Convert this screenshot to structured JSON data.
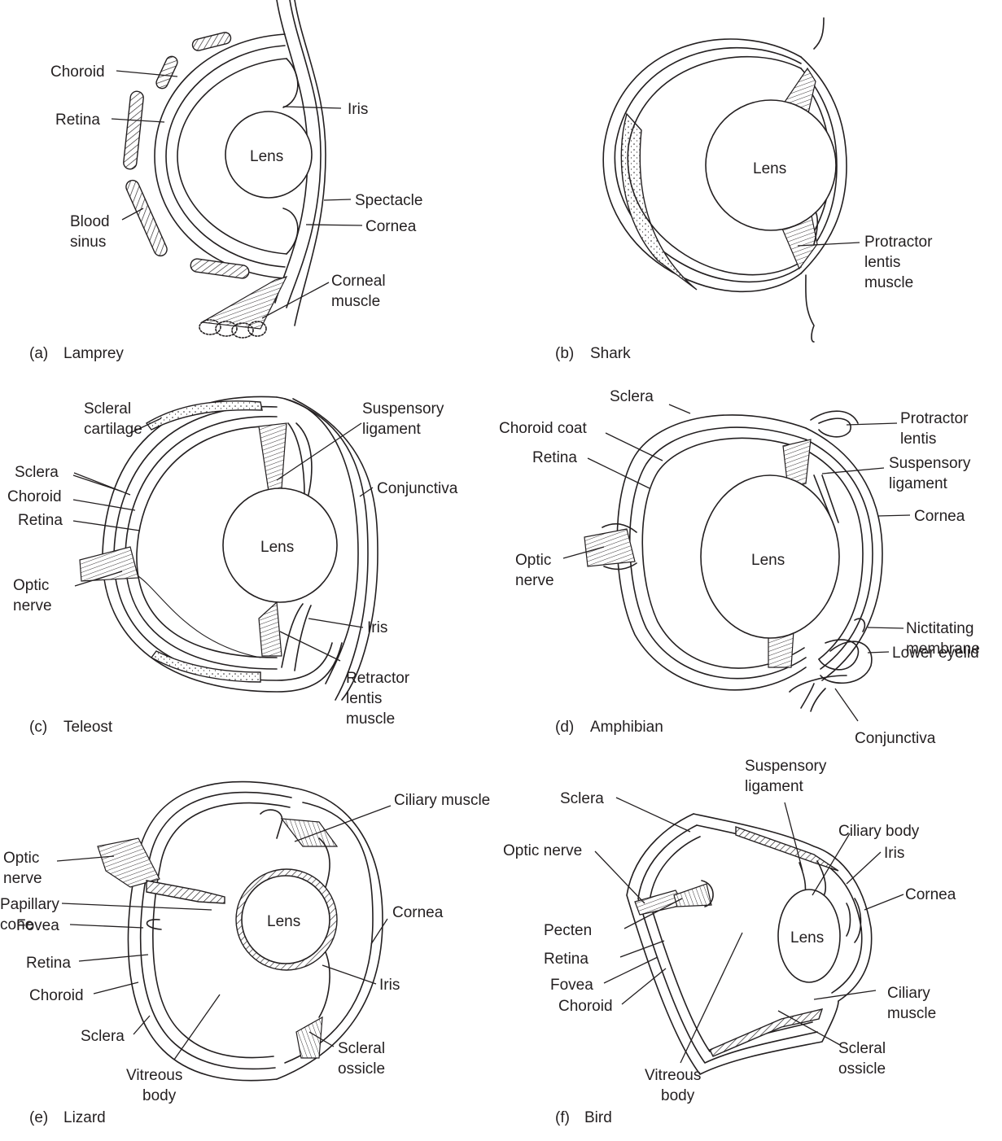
{
  "panels": {
    "a": {
      "caption_letter": "(a)",
      "caption_name": "Lamprey",
      "labels": {
        "choroid": "Choroid",
        "retina": "Retina",
        "blood_sinus_1": "Blood",
        "blood_sinus_2": "sinus",
        "iris": "Iris",
        "lens": "Lens",
        "spectacle": "Spectacle",
        "cornea": "Cornea",
        "corneal_muscle_1": "Corneal",
        "corneal_muscle_2": "muscle"
      }
    },
    "b": {
      "caption_letter": "(b)",
      "caption_name": "Shark",
      "labels": {
        "lens": "Lens",
        "protractor_1": "Protractor",
        "protractor_2": "lentis",
        "protractor_3": "muscle"
      }
    },
    "c": {
      "caption_letter": "(c)",
      "caption_name": "Teleost",
      "labels": {
        "scleral_cartilage_1": "Scleral",
        "scleral_cartilage_2": "cartilage",
        "sclera": "Sclera",
        "choroid": "Choroid",
        "retina": "Retina",
        "optic_nerve_1": "Optic",
        "optic_nerve_2": "nerve",
        "suspensory_1": "Suspensory",
        "suspensory_2": "ligament",
        "conjunctiva": "Conjunctiva",
        "lens": "Lens",
        "iris": "Iris",
        "retractor_1": "Retractor",
        "retractor_2": "lentis",
        "retractor_3": "muscle"
      }
    },
    "d": {
      "caption_letter": "(d)",
      "caption_name": "Amphibian",
      "labels": {
        "sclera": "Sclera",
        "choroid_coat": "Choroid coat",
        "retina": "Retina",
        "optic_nerve_1": "Optic",
        "optic_nerve_2": "nerve",
        "lens": "Lens",
        "protractor_1": "Protractor",
        "protractor_2": "lentis",
        "suspensory_1": "Suspensory",
        "suspensory_2": "ligament",
        "cornea": "Cornea",
        "nictitating_1": "Nictitating",
        "nictitating_2": "membrane",
        "lower_eyelid": "Lower eyelid",
        "conjunctiva": "Conjunctiva"
      }
    },
    "e": {
      "caption_letter": "(e)",
      "caption_name": "Lizard",
      "labels": {
        "optic_nerve_1": "Optic",
        "optic_nerve_2": "nerve",
        "papillary_cone_1": "Papillary",
        "papillary_cone_2": "cone",
        "fovea": "Fovea",
        "retina": "Retina",
        "choroid": "Choroid",
        "sclera": "Sclera",
        "vitreous_1": "Vitreous",
        "vitreous_2": "body",
        "lens": "Lens",
        "ciliary_muscle": "Ciliary muscle",
        "cornea": "Cornea",
        "iris": "Iris",
        "scleral_ossicle_1": "Scleral",
        "scleral_ossicle_2": "ossicle"
      }
    },
    "f": {
      "caption_letter": "(f)",
      "caption_name": "Bird",
      "labels": {
        "sclera": "Sclera",
        "optic_nerve": "Optic nerve",
        "pecten": "Pecten",
        "retina": "Retina",
        "fovea": "Fovea",
        "choroid": "Choroid",
        "vitreous_1": "Vitreous",
        "vitreous_2": "body",
        "suspensory_1": "Suspensory",
        "suspensory_2": "ligament",
        "ciliary_body": "Ciliary body",
        "iris": "Iris",
        "cornea": "Cornea",
        "lens": "Lens",
        "ciliary_muscle_1": "Ciliary",
        "ciliary_muscle_2": "muscle",
        "scleral_ossicle_1": "Scleral",
        "scleral_ossicle_2": "ossicle"
      }
    }
  }
}
